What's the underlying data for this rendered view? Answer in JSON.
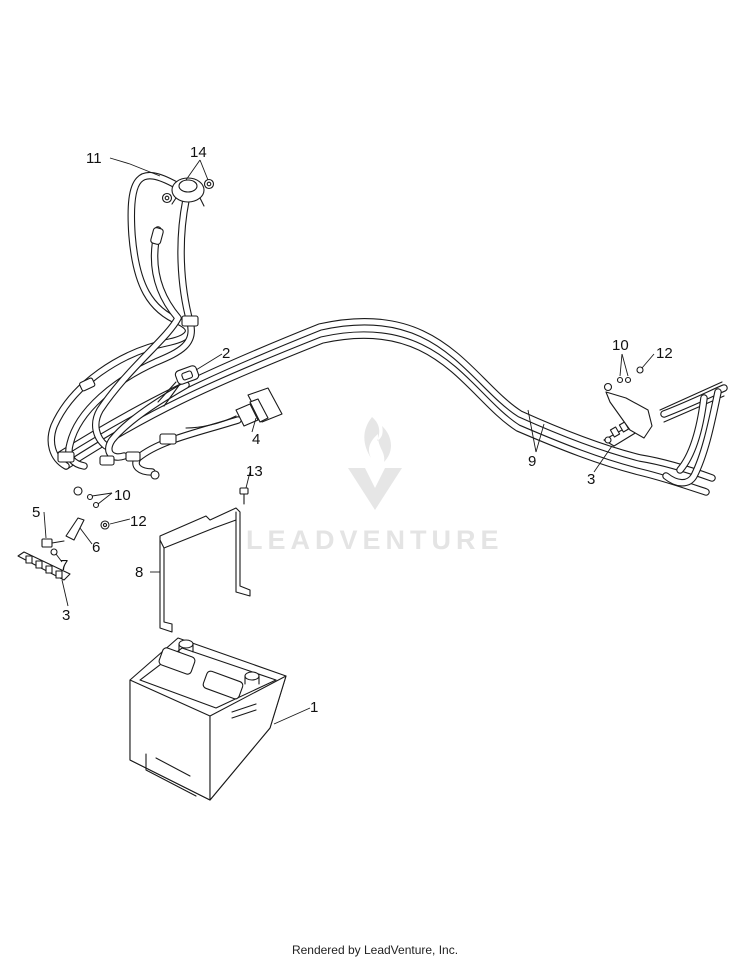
{
  "watermark": {
    "text": "LEADVENTURE"
  },
  "footer": {
    "text": "Rendered by LeadVenture, Inc."
  },
  "callouts": {
    "c1": "1",
    "c2": "2",
    "c3a": "3",
    "c3b": "3",
    "c4": "4",
    "c5": "5",
    "c6": "6",
    "c7": "7",
    "c8": "8",
    "c9": "9",
    "c10a": "10",
    "c10b": "10",
    "c11": "11",
    "c12a": "12",
    "c12b": "12",
    "c13": "13",
    "c14": "14"
  }
}
